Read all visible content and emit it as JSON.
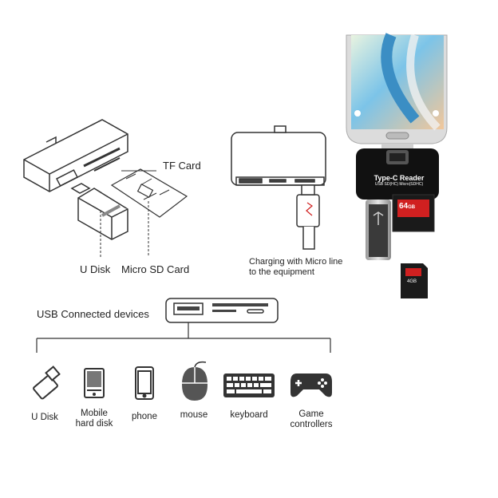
{
  "labels": {
    "tf_card": "TF Card",
    "u_disk": "U Disk",
    "micro_sd_card": "Micro SD Card",
    "charging_line1": "Charging with Micro line",
    "charging_line2": "to the equipment",
    "usb_connected": "USB Connected devices",
    "reader_title": "Type-C Reader",
    "reader_subtitle": "USB SD(HC) Micro(SDHC)",
    "card_capacity": "64",
    "card_capacity_unit": "GB",
    "microsd_capacity": "4GB"
  },
  "devices": [
    {
      "icon": "usb-drive-icon",
      "line1": "U Disk",
      "line2": ""
    },
    {
      "icon": "hard-disk-icon",
      "line1": "Mobile",
      "line2": "hard disk"
    },
    {
      "icon": "phone-icon",
      "line1": "phone",
      "line2": ""
    },
    {
      "icon": "mouse-icon",
      "line1": "mouse",
      "line2": ""
    },
    {
      "icon": "keyboard-icon",
      "line1": "keyboard",
      "line2": ""
    },
    {
      "icon": "gamepad-icon",
      "line1": "Game",
      "line2": "controllers"
    }
  ],
  "colors": {
    "line": "#333333",
    "reader_body": "#111111",
    "sd_red": "#d02020",
    "phone_blue": "#6fb6e0"
  }
}
